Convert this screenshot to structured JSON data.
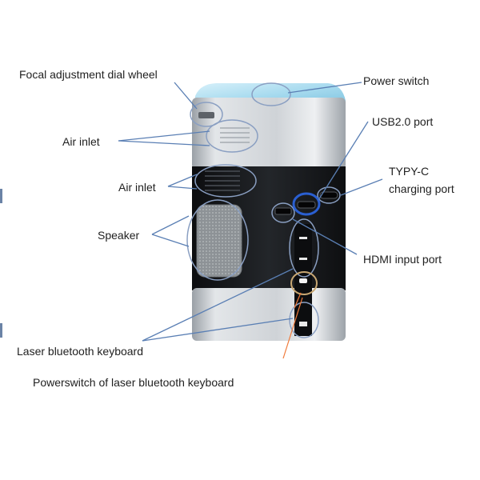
{
  "labels": {
    "focal_dial": "Focal adjustment dial wheel",
    "power_switch": "Power switch",
    "usb_port": "USB2.0 port",
    "air_inlet_top": "Air inlet",
    "air_inlet_mid": "Air inlet",
    "typec_line1": "TYPY-C",
    "typec_line2": "charging port",
    "speaker": "Speaker",
    "hdmi_port": "HDMI input port",
    "laser_keyboard": "Laser bluetooth keyboard",
    "keyboard_power": "Powerswitch of laser bluetooth  keyboard"
  },
  "colors": {
    "leader_line": "#5a7fb4",
    "highlight_circle": "#8a9fc2",
    "accent_circle": "#2a5fd1",
    "laser_beam": "#f07a3a",
    "body_silver": "#c9cdd2",
    "body_black": "#16181b",
    "top_glass": "#a9dbef",
    "speaker_grille": "#9ea3a7"
  }
}
